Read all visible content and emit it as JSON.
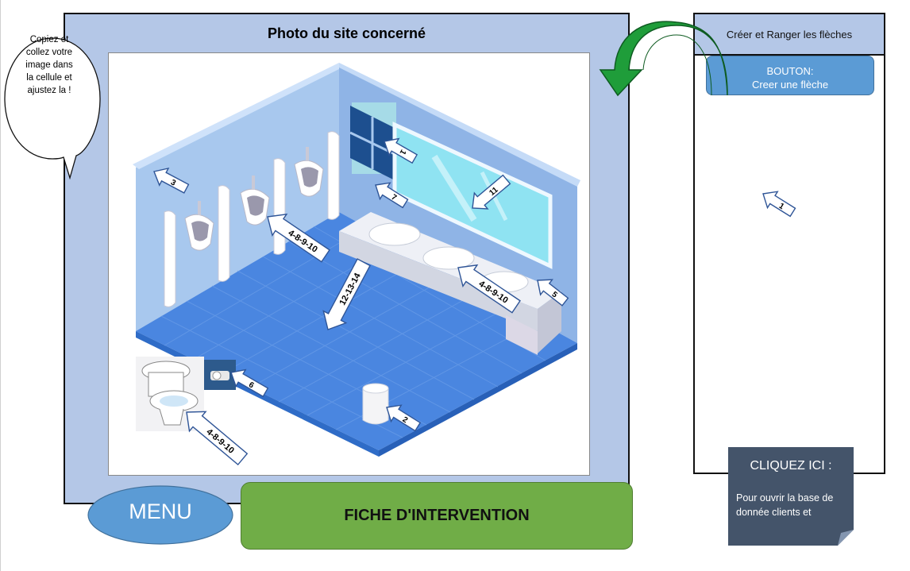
{
  "photo_panel": {
    "title": "Photo du site concerné"
  },
  "bubble": {
    "lines": [
      "Copiez et",
      "collez votre",
      "image dans",
      "la cellule et",
      "ajustez la !"
    ]
  },
  "side_panel": {
    "header": "Créer et Ranger les flèches",
    "button_line1": "BOUTON:",
    "button_line2": "Creer une flèche",
    "sample_arrow_label": "1"
  },
  "scene_arrows": [
    {
      "id": "1",
      "label": "1"
    },
    {
      "id": "3",
      "label": "3"
    },
    {
      "id": "7",
      "label": "7"
    },
    {
      "id": "11",
      "label": "11"
    },
    {
      "id": "489a",
      "label": "4-8-9-10"
    },
    {
      "id": "121314",
      "label": "12-13-14"
    },
    {
      "id": "489b",
      "label": "4-8-9-10"
    },
    {
      "id": "5",
      "label": "5"
    },
    {
      "id": "6",
      "label": "6"
    },
    {
      "id": "2",
      "label": "2"
    },
    {
      "id": "489c",
      "label": "4-8-9-10"
    }
  ],
  "clients_note": {
    "title": "CLIQUEZ ICI :",
    "line1": "Pour ouvrir la base de",
    "line2": "donnée clients et"
  },
  "menu": {
    "label": "MENU"
  },
  "fiche": {
    "label": "FICHE D'INTERVENTION"
  },
  "colors": {
    "panel_blue": "#b4c7e7",
    "button_blue": "#5b9bd5",
    "green": "#70ad47",
    "arrow_green": "#1f9d3a",
    "note_slate": "#44546a"
  }
}
